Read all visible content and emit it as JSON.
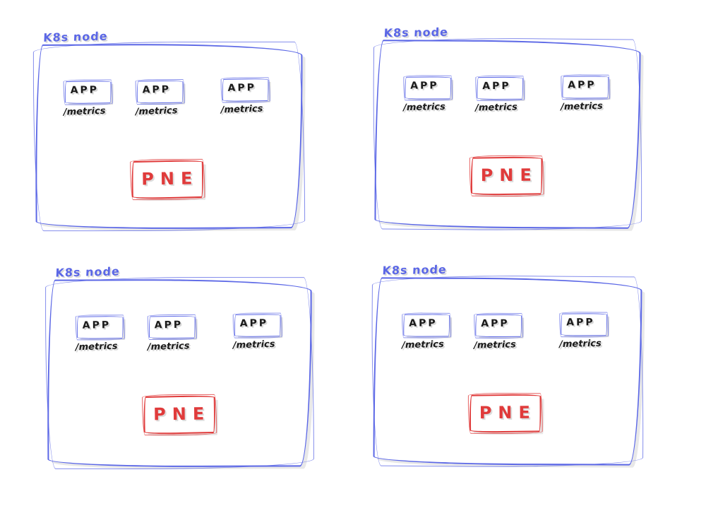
{
  "colors": {
    "background": "#ffffff",
    "node_stroke": "#5b67e6",
    "node_label": "#5b67e6",
    "app_stroke": "#5b67e6",
    "app_text": "#1a1a1a",
    "metrics_text": "#1a1a1a",
    "pne_stroke": "#e03b3b",
    "pne_text": "#e03b3b"
  },
  "nodes": [
    {
      "label": "K8s node",
      "apps": [
        {
          "label": "APP",
          "endpoint": "/metrics"
        },
        {
          "label": "APP",
          "endpoint": "/metrics"
        },
        {
          "label": "APP",
          "endpoint": "/metrics"
        }
      ],
      "exporter": {
        "label": "PNE"
      }
    },
    {
      "label": "K8s node",
      "apps": [
        {
          "label": "APP",
          "endpoint": "/metrics"
        },
        {
          "label": "APP",
          "endpoint": "/metrics"
        },
        {
          "label": "APP",
          "endpoint": "/metrics"
        }
      ],
      "exporter": {
        "label": "PNE"
      }
    },
    {
      "label": "K8s node",
      "apps": [
        {
          "label": "APP",
          "endpoint": "/metrics"
        },
        {
          "label": "APP",
          "endpoint": "/metrics"
        },
        {
          "label": "APP",
          "endpoint": "/metrics"
        }
      ],
      "exporter": {
        "label": "PNE"
      }
    },
    {
      "label": "K8s node",
      "apps": [
        {
          "label": "APP",
          "endpoint": "/metrics"
        },
        {
          "label": "APP",
          "endpoint": "/metrics"
        },
        {
          "label": "APP",
          "endpoint": "/metrics"
        }
      ],
      "exporter": {
        "label": "PNE"
      }
    }
  ]
}
